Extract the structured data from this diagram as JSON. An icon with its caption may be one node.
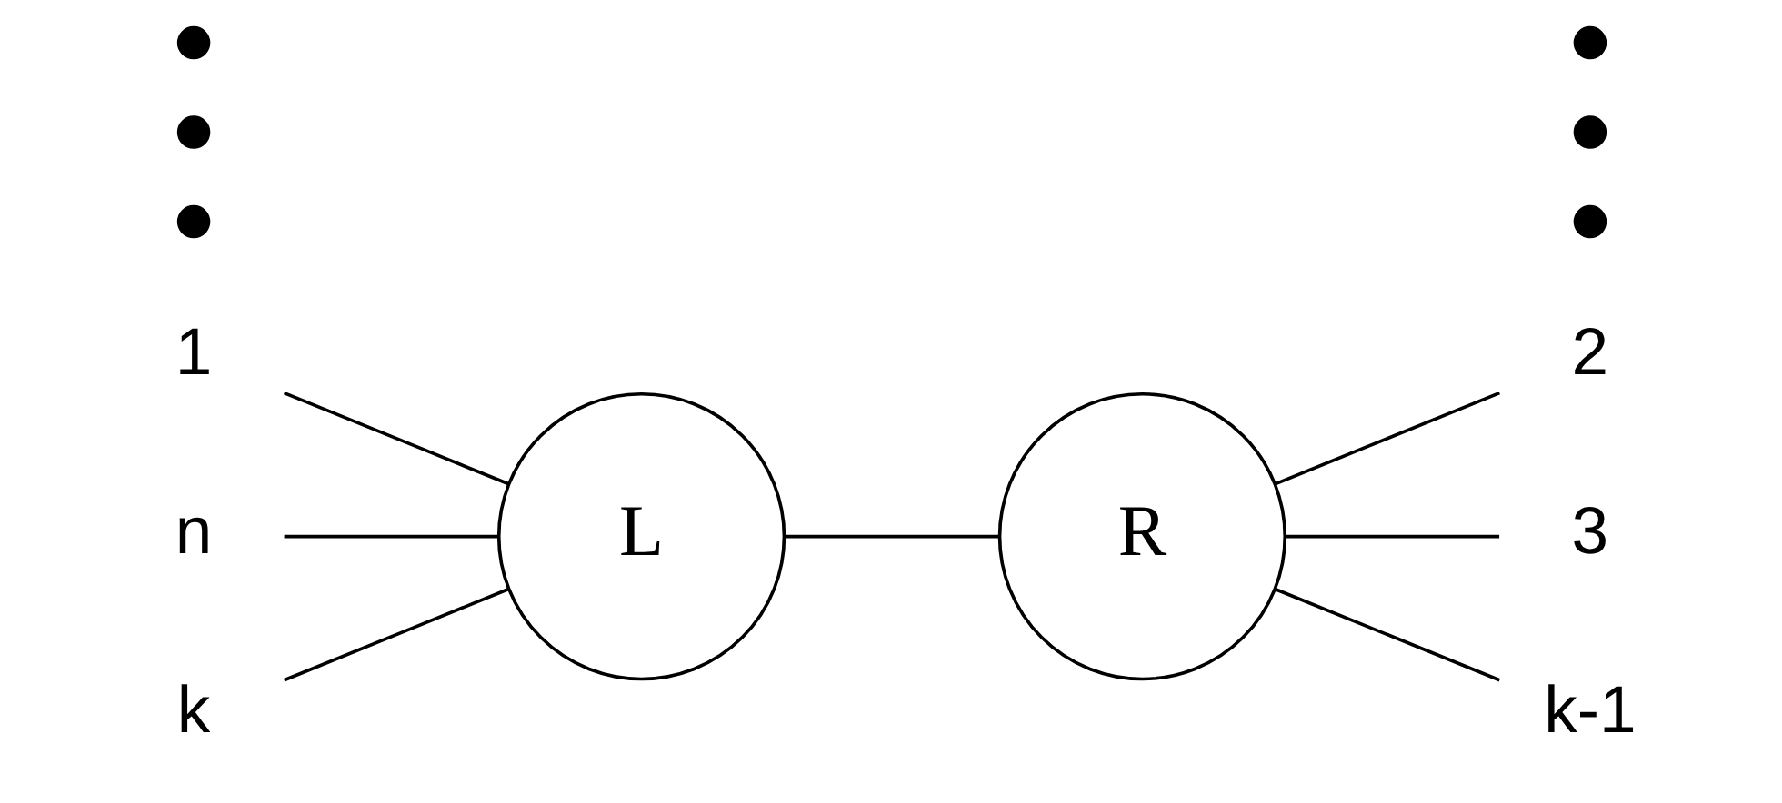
{
  "diagram": {
    "nodes": [
      {
        "text": [
          "1"
        ]
      },
      {
        "text": [
          "n"
        ]
      },
      {
        "text": [
          "L"
        ]
      },
      {
        "text": [
          "R"
        ]
      },
      {
        "text": [
          "2"
        ]
      },
      {
        "text": [
          "3"
        ]
      },
      {
        "text": [],
        "shape": "dot"
      },
      {
        "text": [],
        "shape": "dot"
      },
      {
        "text": [],
        "shape": "dot"
      },
      {
        "text": [],
        "shape": "dot"
      },
      {
        "text": [],
        "shape": "dot"
      },
      {
        "text": [],
        "shape": "dot"
      },
      {
        "text": [
          "k"
        ]
      },
      {
        "text": [
          "k-1"
        ]
      }
    ],
    "edges": [
      {
        "from": 0,
        "to": 2,
        "arrow": "none"
      },
      {
        "from": 1,
        "to": 2,
        "arrow": "none"
      },
      {
        "from": 12,
        "to": 2,
        "arrow": "none"
      },
      {
        "from": 2,
        "to": 3,
        "arrow": "none"
      },
      {
        "from": 3,
        "to": 4,
        "arrow": "none"
      },
      {
        "from": 3,
        "to": 5,
        "arrow": "none"
      },
      {
        "from": 3,
        "to": 13,
        "arrow": "none"
      }
    ]
  }
}
